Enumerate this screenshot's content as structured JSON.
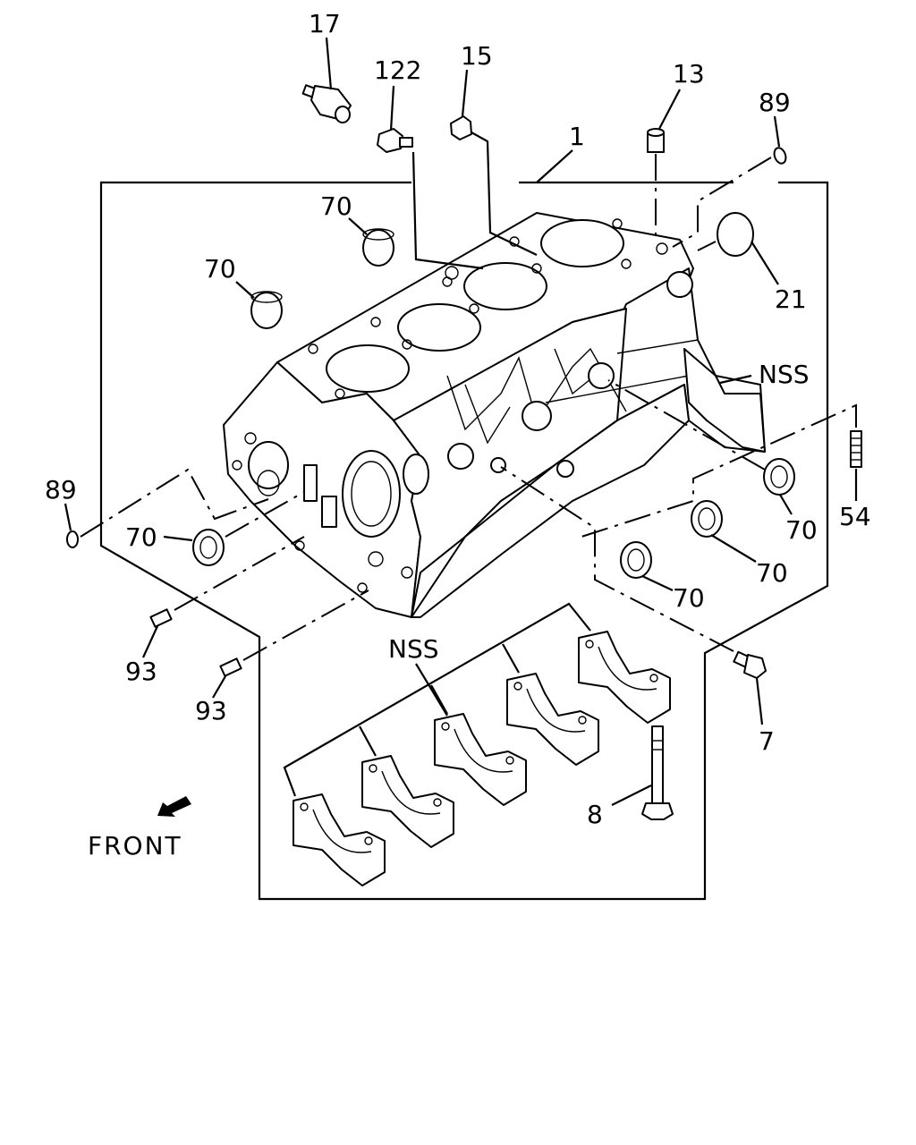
{
  "diagram": {
    "callouts": {
      "c17": "17",
      "c122": "122",
      "c15": "15",
      "c13": "13",
      "c89_top": "89",
      "c1": "1",
      "c70_a": "70",
      "c70_b": "70",
      "c21": "21",
      "c_nss_top": "NSS",
      "c89_left": "89",
      "c70_left": "70",
      "c54": "54",
      "c70_r1": "70",
      "c70_r2": "70",
      "c70_r3": "70",
      "c93_a": "93",
      "c93_b": "93",
      "c_nss_bottom": "NSS",
      "c7": "7",
      "c8": "8"
    },
    "front_label": "FRONT"
  }
}
